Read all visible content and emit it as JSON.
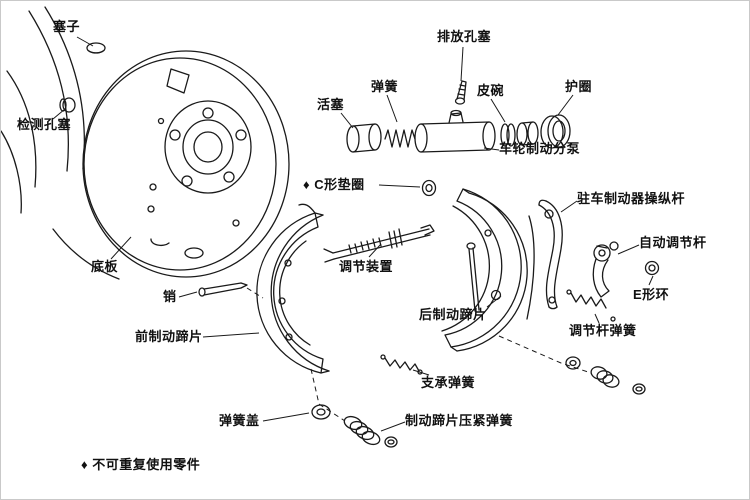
{
  "figure": {
    "type": "exploded-parts-diagram",
    "subject": "drum-brake-assembly",
    "background_color": "#ffffff",
    "line_color": "#1a1a1a"
  },
  "labels": {
    "plug": "塞子",
    "inspection_hole_plug": "检测孔塞",
    "bleeder_plug": "排放孔塞",
    "piston": "活塞",
    "spring": "弹簧",
    "cup": "皮碗",
    "boot": "护圈",
    "wheel_cylinder": "车轮制动分泵",
    "c_washer": "♦ C形垫圈",
    "parking_brake_lever": "驻车制动器操纵杆",
    "auto_adjust_lever": "自动调节杆",
    "e_ring": "E形环",
    "backing_plate": "底板",
    "adjuster": "调节装置",
    "pin": "销",
    "rear_brake_shoe": "后制动蹄片",
    "front_brake_shoe": "前制动蹄片",
    "adjust_lever_spring": "调节杆弹簧",
    "support_spring": "支承弹簧",
    "spring_cover": "弹簧盖",
    "shoe_holddown_spring": "制动蹄片压紧弹簧",
    "footnote": "♦ 不可重复使用零件"
  }
}
